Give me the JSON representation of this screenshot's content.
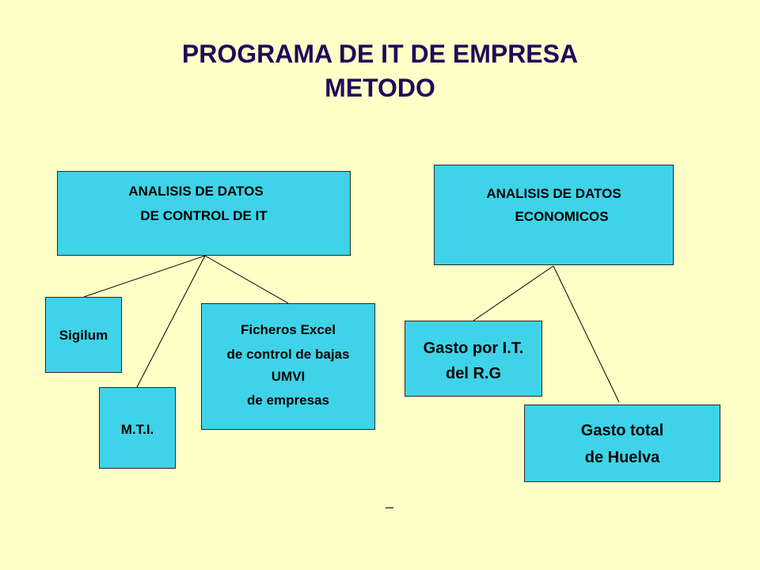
{
  "title": {
    "line1": "PROGRAMA DE IT DE EMPRESA",
    "line2": "METODO"
  },
  "nodes": {
    "control": {
      "lines": [
        "ANALISIS DE DATOS",
        "DE CONTROL DE IT"
      ]
    },
    "economicos": {
      "lines": [
        "ANALISIS DE DATOS",
        "ECONOMICOS"
      ]
    },
    "sigilum": {
      "label": "Sigilum"
    },
    "mti": {
      "label": "M.T.I."
    },
    "ficheros": {
      "lines": [
        "Ficheros Excel",
        "de control de bajas",
        "UMVI",
        "de empresas"
      ]
    },
    "gasto_rg": {
      "lines": [
        "Gasto por I.T.",
        "del R.G"
      ]
    },
    "gasto_total": {
      "lines": [
        "Gasto total",
        "de Huelva"
      ]
    }
  },
  "colors": {
    "background": "#FFFFC8",
    "box_fill": "#3ED3E8",
    "title_text": "#1E0A5A"
  }
}
